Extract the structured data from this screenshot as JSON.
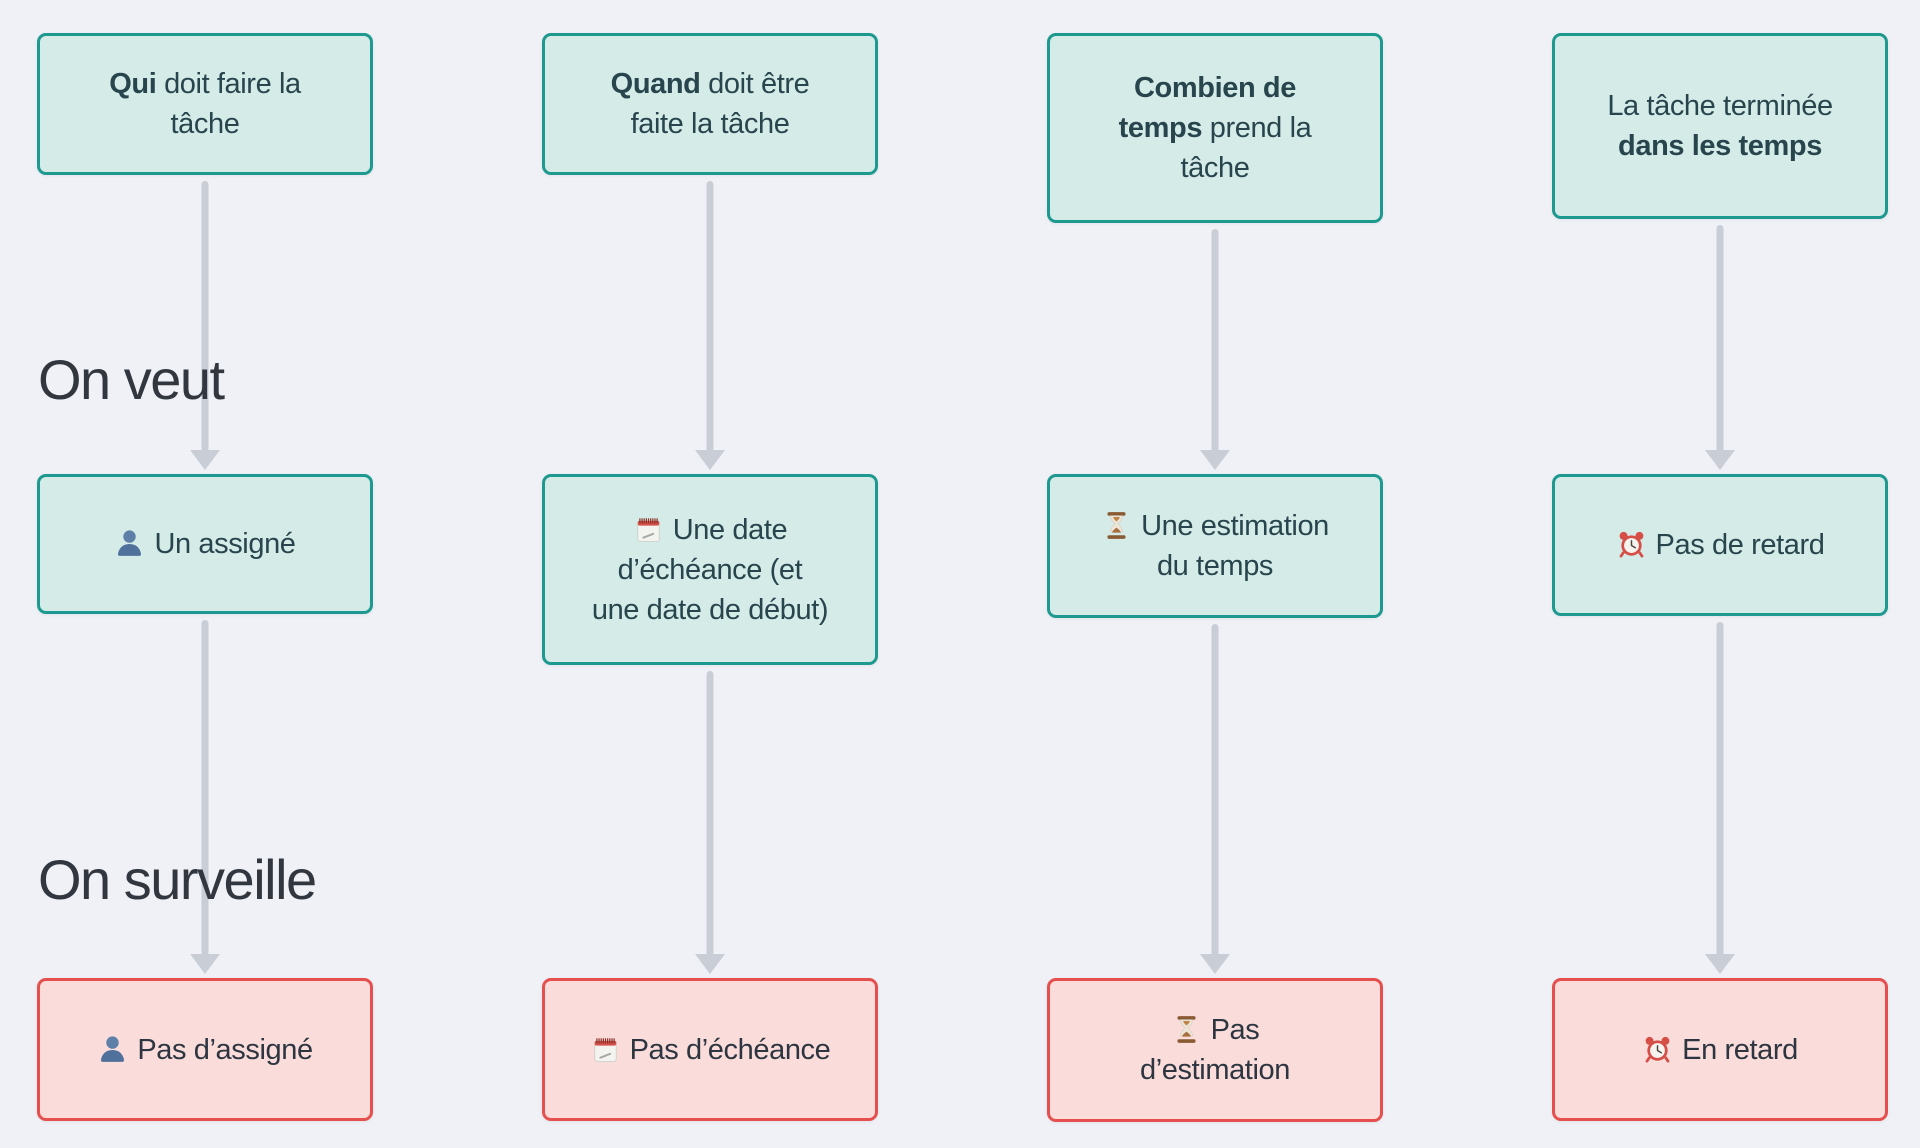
{
  "diagram_title": "",
  "labels": {
    "want": "On veut",
    "watch": "On surveille"
  },
  "colors": {
    "page_background": "#eff1f6",
    "teal_box_background": "#d5ebe8",
    "teal_box_border": "#1d998f",
    "teal_box_text": "#28454d",
    "red_box_background": "#fadcdb",
    "red_box_border": "#e5504f",
    "red_box_text": "#2d3640",
    "arrow": "#c9cdd6",
    "row_label_text": "#31363f"
  },
  "columns": [
    {
      "topic": "assignee",
      "icon": "person-icon",
      "question": [
        {
          "t": "Qui",
          "b": true
        },
        {
          "t": " doit faire la"
        },
        {
          "br": true
        },
        {
          "t": "tâche"
        }
      ],
      "want": [
        {
          "t": "Un assigné"
        }
      ],
      "watch": [
        {
          "t": "Pas d’assigné"
        }
      ]
    },
    {
      "topic": "due-date",
      "icon": "notepad-icon",
      "question": [
        {
          "t": "Quand",
          "b": true
        },
        {
          "t": " doit être"
        },
        {
          "br": true
        },
        {
          "t": "faite la tâche"
        }
      ],
      "want": [
        {
          "t": "Une date"
        },
        {
          "br": true
        },
        {
          "t": "d’échéance (et"
        },
        {
          "br": true
        },
        {
          "t": "une date de début)"
        }
      ],
      "watch": [
        {
          "t": "Pas d’échéance"
        }
      ]
    },
    {
      "topic": "time-estimate",
      "icon": "hourglass-icon",
      "question": [
        {
          "t": "Combien de",
          "b": true
        },
        {
          "br": true
        },
        {
          "t": "temps",
          "b": true
        },
        {
          "t": " prend la"
        },
        {
          "br": true
        },
        {
          "t": "tâche"
        }
      ],
      "want": [
        {
          "t": "Une estimation"
        },
        {
          "br": true
        },
        {
          "t": "du temps"
        }
      ],
      "watch": [
        {
          "t": "Pas"
        },
        {
          "br": true
        },
        {
          "t": "d’estimation"
        }
      ]
    },
    {
      "topic": "on-time",
      "icon": "alarm-clock-icon",
      "question": [
        {
          "t": "La tâche terminée"
        },
        {
          "br": true
        },
        {
          "t": "dans les temps",
          "b": true
        }
      ],
      "want": [
        {
          "t": "Pas de retard"
        }
      ],
      "watch": [
        {
          "t": "En retard"
        }
      ]
    }
  ]
}
